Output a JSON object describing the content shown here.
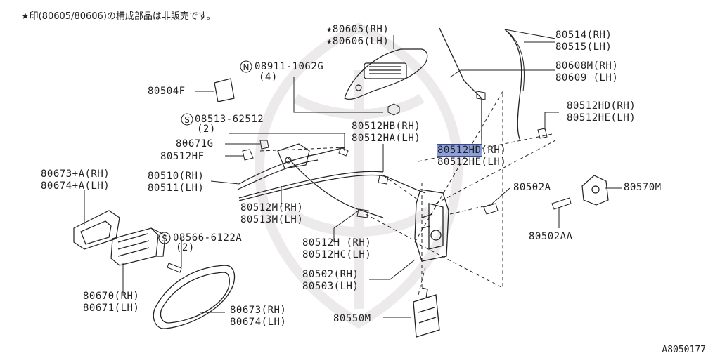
{
  "note": "★印(80605/80606)の構成部品は非販売です。",
  "figure_id": "A8050177",
  "highlight_color": "#8d9fd8",
  "labels": {
    "l80605": "★80605(RH)",
    "l80606": "★80606(LH)",
    "l80514": "80514(RH)",
    "l80515": "80515(LH)",
    "l08911": "08911-1062G",
    "l08911q": "(4)",
    "l80608": "80608M(RH)",
    "l80609": "80609 (LH)",
    "l80504f": "80504F",
    "l80512hd_top": "80512HD(RH)",
    "l80512he_top": "80512HE(LH)",
    "l08513": "08513-62512",
    "l08513q": "(2)",
    "l80512hb": "80512HB(RH)",
    "l80512ha": "80512HA(LH)",
    "l80671g": "80671G",
    "l80512hf": "80512HF",
    "l80512hd_hl": "80512HD",
    "l80512hd_hl_rh": "(RH)",
    "l80512he_mid": "80512HE(LH)",
    "l80673a": "80673+A(RH)",
    "l80674a": "80674+A(LH)",
    "l80510": "80510(RH)",
    "l80511": "80511(LH)",
    "l80502a": "80502A",
    "l80570m": "80570M",
    "l80512m": "80512M(RH)",
    "l80513m": "80513M(LH)",
    "l08566": "08566-6122A",
    "l08566q": "(2)",
    "l80502aa": "80502AA",
    "l80512h": "80512H (RH)",
    "l80512hc": "80512HC(LH)",
    "l80502": "80502(RH)",
    "l80503": "80503(LH)",
    "l80670": "80670(RH)",
    "l80671": "80671(LH)",
    "l80673": "80673(RH)",
    "l80674": "80674(LH)",
    "l80550m": "80550M",
    "n_mark": "N",
    "s_mark1": "S",
    "s_mark2": "S"
  }
}
